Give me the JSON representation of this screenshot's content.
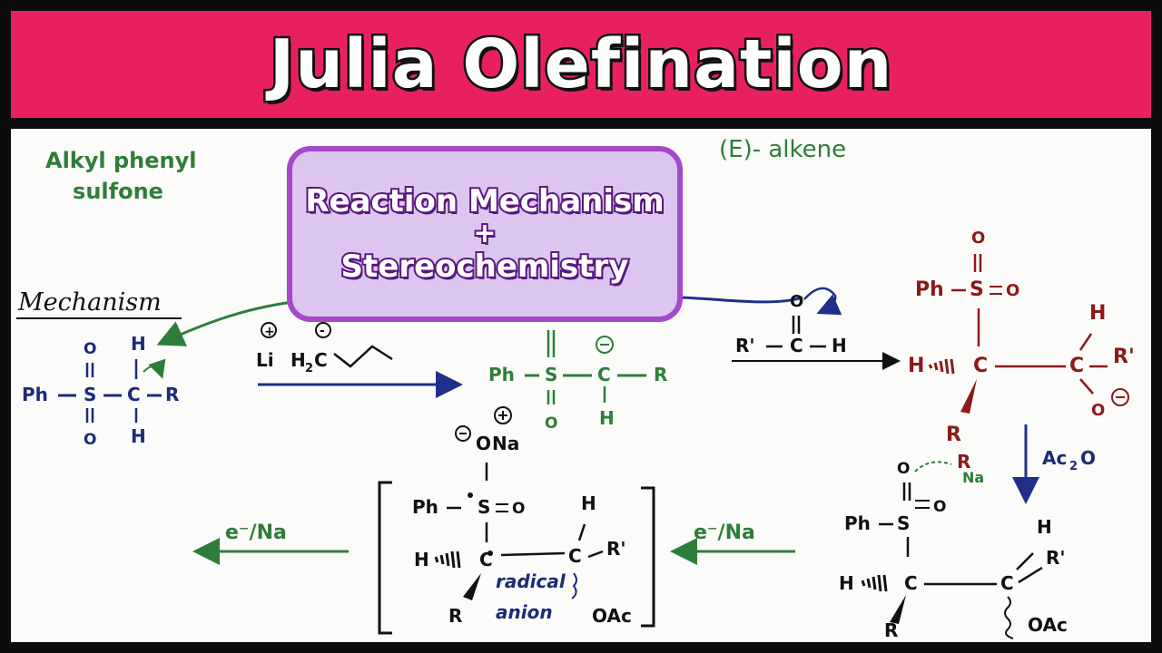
{
  "title": "Julia Olefination",
  "notes": {
    "alkyl_line1": "Alkyl phenyl",
    "alkyl_line2": "sulfone",
    "e_alkene": "(E)- alkene",
    "mechanism": "Mechanism"
  },
  "overlay": {
    "line1": "Reaction  Mechanism",
    "plus": "+",
    "line2": "Stereochemistry"
  },
  "reagents": {
    "li_plus": "+",
    "li": "Li",
    "minus": "-",
    "h2c": "H",
    "h2c_sub": "2",
    "h2c_c": "C",
    "ac2o_a": "Ac",
    "ac2o_sub": "2",
    "ac2o_o": "O",
    "e_na_right": "e⁻/Na",
    "e_na_left": "e⁻/Na"
  },
  "structures": {
    "s1_ph": "Ph",
    "s1_s": "S",
    "s1_c": "C",
    "s1_r": "R",
    "s1_h": "H",
    "s1_o": "O",
    "s2_ph": "Ph",
    "s2_s": "S",
    "s2_c": "C",
    "s2_r": "R",
    "s2_h": "H",
    "s2_o": "O",
    "ald_r": "R'",
    "ald_c": "C",
    "ald_h": "H",
    "ald_o": "O",
    "s3_ph": "Ph",
    "s3_s": "S",
    "s3_o": "O",
    "s3_h": "H",
    "s3_c": "C",
    "s3_r": "R",
    "s3_rp": "R'",
    "s4_ph": "Ph",
    "s4_s": "S",
    "s4_o": "O",
    "s4_h": "H",
    "s4_c": "C",
    "s4_r": "R",
    "s4_rp": "R'",
    "s4_na": "Na",
    "s4_oac": "OAc",
    "s5_ph": "Ph",
    "s5_s": "S",
    "s5_o": "O",
    "s5_na": "Na",
    "s5_h": "H",
    "s5_c": "C",
    "s5_r": "R",
    "s5_rp": "R'",
    "s5_oac": "OAc",
    "radical": "radical",
    "anion": "anion"
  },
  "colors": {
    "banner": "#e8215e",
    "green": "#2e7d3a",
    "blue": "#1f2f8a",
    "maroon": "#8a1a1a",
    "navy": "#1c2a78",
    "overlay_bg": "#dcc6f0",
    "overlay_border": "#a349c9"
  }
}
